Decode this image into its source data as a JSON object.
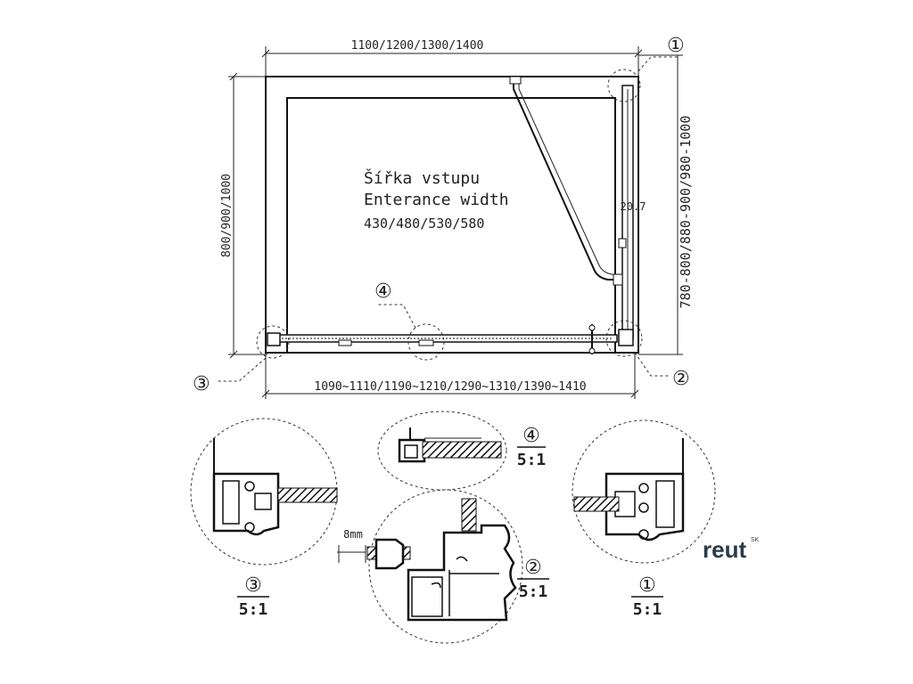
{
  "dimensions": {
    "top_width": "1100/1200/1300/1400",
    "bottom_width": "1090~1110/1190~1210/1290~1310/1390~1410",
    "left_depth": "800/900/1000",
    "right_depth": "780-800/880-900/980-1000",
    "profile_offset": "20.7",
    "gap": "8mm"
  },
  "entrance": {
    "line1": "Šířka vstupu",
    "line2": "Enterance width",
    "values": "430/480/530/580"
  },
  "callouts": {
    "c1": "①",
    "c2": "②",
    "c3": "③",
    "c4": "④"
  },
  "details": {
    "d1": {
      "number": "①",
      "scale": "5:1"
    },
    "d2": {
      "number": "②",
      "scale": "5:1"
    },
    "d3": {
      "number": "③",
      "scale": "5:1"
    },
    "d4": {
      "number": "④",
      "scale": "5:1"
    }
  },
  "brand": {
    "name": "reut",
    "suffix": "SK",
    "color": "#2b3a4a"
  }
}
